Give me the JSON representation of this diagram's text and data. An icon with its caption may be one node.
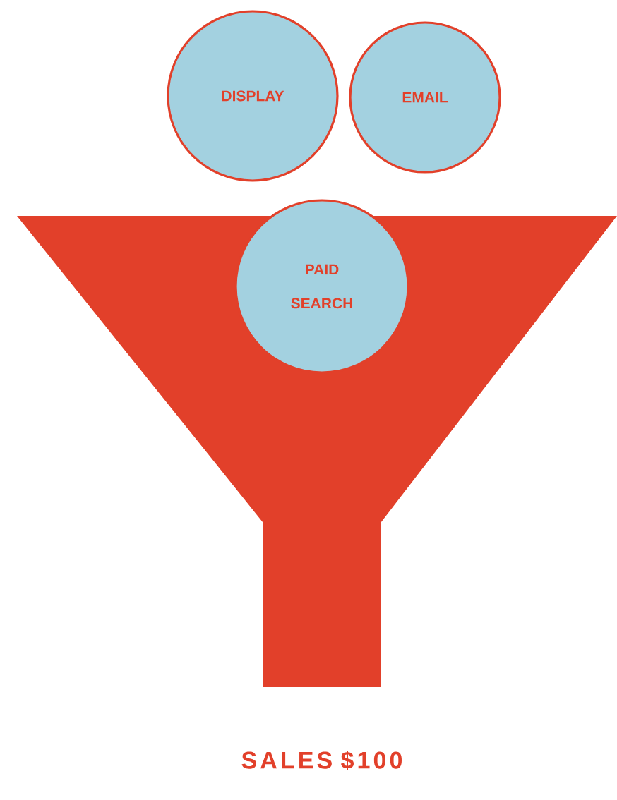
{
  "diagram": {
    "nodes": [
      {
        "text": [
          "DISPLAY"
        ]
      },
      {
        "text": [
          "EMAIL"
        ]
      },
      {
        "text": [
          "PAID SEARCH"
        ]
      },
      {
        "text": [],
        "shape": "funnel",
        "beside": [
          "SALES $100"
        ]
      }
    ]
  }
}
